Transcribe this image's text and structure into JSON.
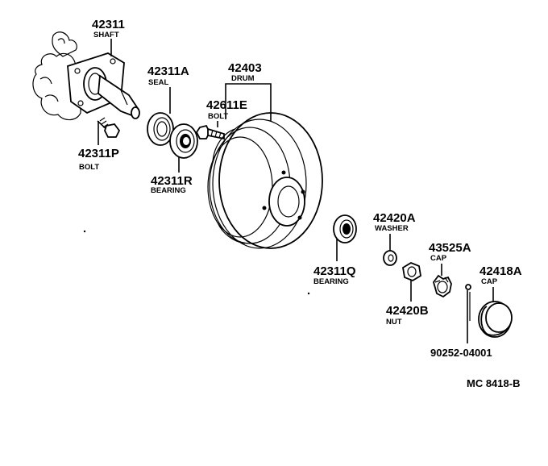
{
  "parts": {
    "shaft": {
      "number": "42311",
      "name": "SHAFT"
    },
    "bolt_p": {
      "number": "42311P",
      "name": "BOLT"
    },
    "seal": {
      "number": "42311A",
      "name": "SEAL"
    },
    "bearing_r": {
      "number": "42311R",
      "name": "BEARING"
    },
    "bolt_e": {
      "number": "42611E",
      "name": "BOLT"
    },
    "drum": {
      "number": "42403",
      "name": "DRUM"
    },
    "bearing_q": {
      "number": "42311Q",
      "name": "BEARING"
    },
    "washer": {
      "number": "42420A",
      "name": "WASHER"
    },
    "nut": {
      "number": "42420B",
      "name": "NUT"
    },
    "cap_a": {
      "number": "43525A",
      "name": "CAP"
    },
    "cap_b": {
      "number": "42418A",
      "name": "CAP"
    },
    "pin": {
      "number": "90252-04001"
    }
  },
  "diagram_code": "MC 8418-B"
}
